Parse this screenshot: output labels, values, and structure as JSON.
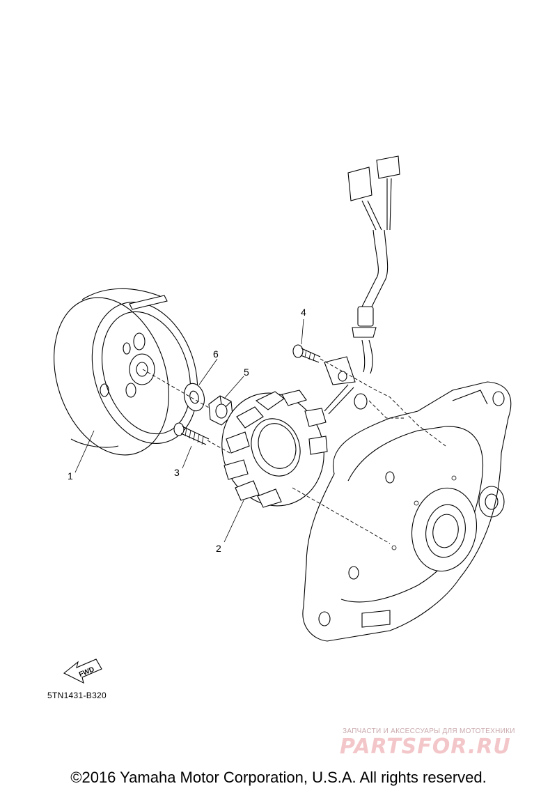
{
  "callouts": {
    "c1": "1",
    "c2": "2",
    "c3": "3",
    "c4": "4",
    "c5": "5",
    "c6": "6"
  },
  "fwd_label": "FWD",
  "diagram_code": "5TN1431-B320",
  "watermark": {
    "subtitle": "ЗАПЧАСТИ И АКСЕССУАРЫ ДЛЯ МОТОТЕХНИКИ",
    "logo_text": "PARTSFOR.RU"
  },
  "copyright": "©2016 Yamaha Motor Corporation, U.S.A. All rights reserved.",
  "colors": {
    "line": "#000000",
    "background": "#ffffff",
    "watermark": "#f3c6c9"
  }
}
